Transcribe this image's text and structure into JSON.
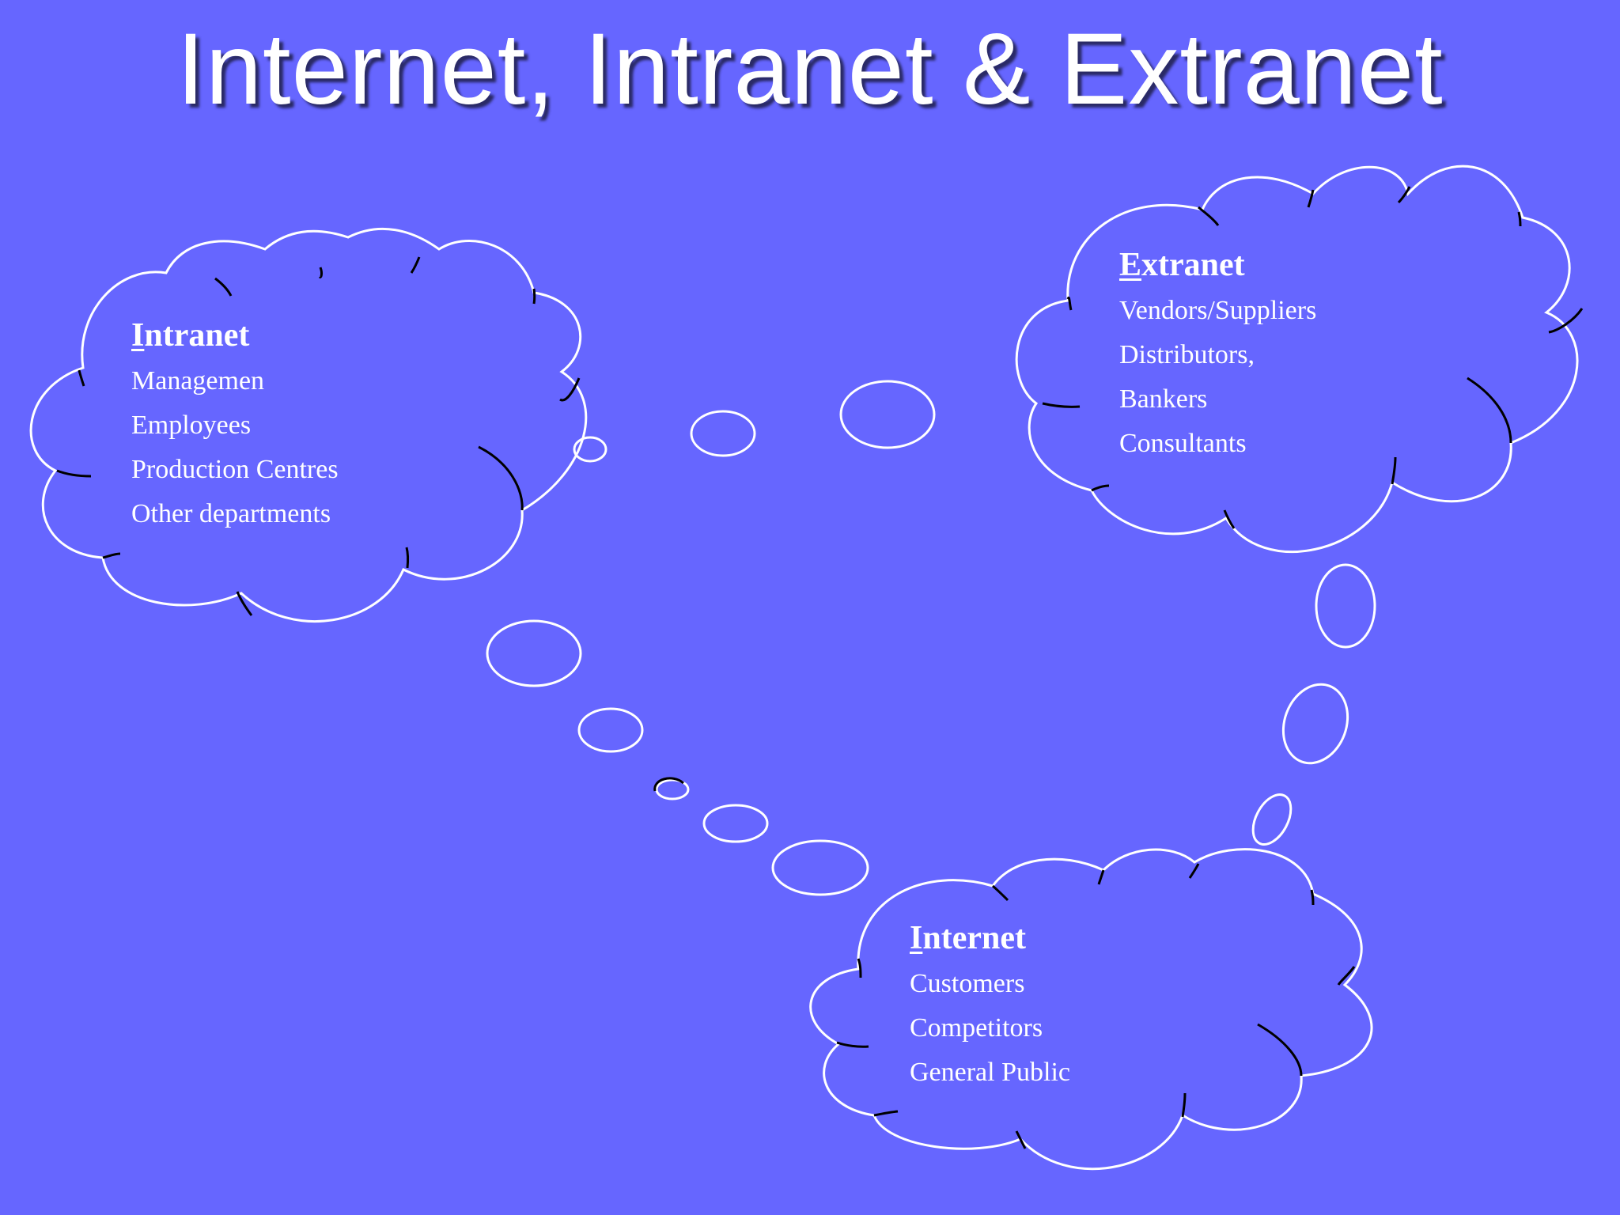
{
  "slide": {
    "title": "Internet, Intranet & Extranet",
    "background_color": "#6666FF",
    "text_color": "#FFFFFF"
  },
  "clouds": {
    "intranet": {
      "heading_first": "I",
      "heading_rest": "ntranet",
      "items": [
        "Managemen",
        "Employees",
        "Production Centres",
        "Other departments"
      ]
    },
    "extranet": {
      "heading_first": "E",
      "heading_rest": "xtranet",
      "items": [
        "Vendors/Suppliers",
        "Distributors,",
        "Bankers",
        "Consultants"
      ]
    },
    "internet": {
      "heading_first": "I",
      "heading_rest": "nternet",
      "items": [
        "Customers",
        "Competitors",
        "General Public"
      ]
    }
  }
}
